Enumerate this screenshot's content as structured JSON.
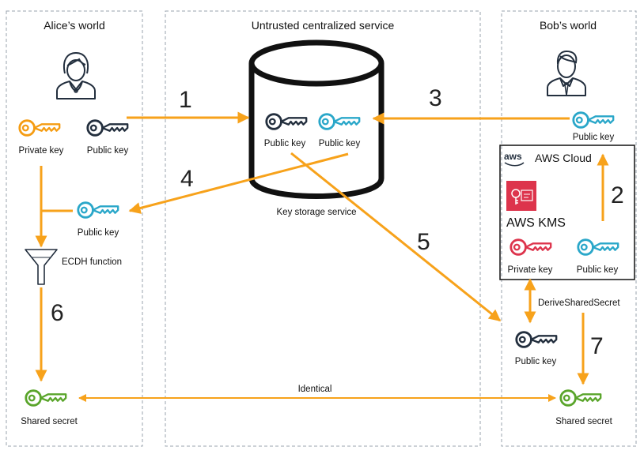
{
  "panels": {
    "alice": "Alice’s world",
    "service": "Untrusted centralized service",
    "bob": "Bob’s world"
  },
  "labels": {
    "alice_private_key": "Private key",
    "alice_public_key": "Public key",
    "alice_received_public_key": "Public key",
    "ecdh_function": "ECDH function",
    "alice_shared_secret": "Shared secret",
    "storage_public_key_1": "Public key",
    "storage_public_key_2": "Public key",
    "key_storage_service": "Key storage service",
    "bob_public_key": "Public key",
    "aws_cloud": "AWS Cloud",
    "aws_logo": "aws",
    "aws_kms": "AWS KMS",
    "kms_private_key": "Private key",
    "kms_public_key": "Public key",
    "derive_shared_secret": "DeriveSharedSecret",
    "bob_received_public_key": "Public key",
    "bob_shared_secret": "Shared secret",
    "identical": "Identical"
  },
  "steps": [
    "1",
    "2",
    "3",
    "4",
    "5",
    "6",
    "7"
  ],
  "colors": {
    "arrow": "#f7a21b",
    "private_key": "#f59c12",
    "public_key": "#2aa7c9",
    "dark_key": "#232f3e",
    "secret_key": "#5aa52b",
    "kms_red": "#dd344c",
    "kms_teal": "#2aa7c9",
    "panel_border": "#9aa3ad"
  },
  "icons": [
    "user-icon",
    "database-icon",
    "key-icon",
    "funnel-icon",
    "kms-icon",
    "aws-logo-icon"
  ]
}
